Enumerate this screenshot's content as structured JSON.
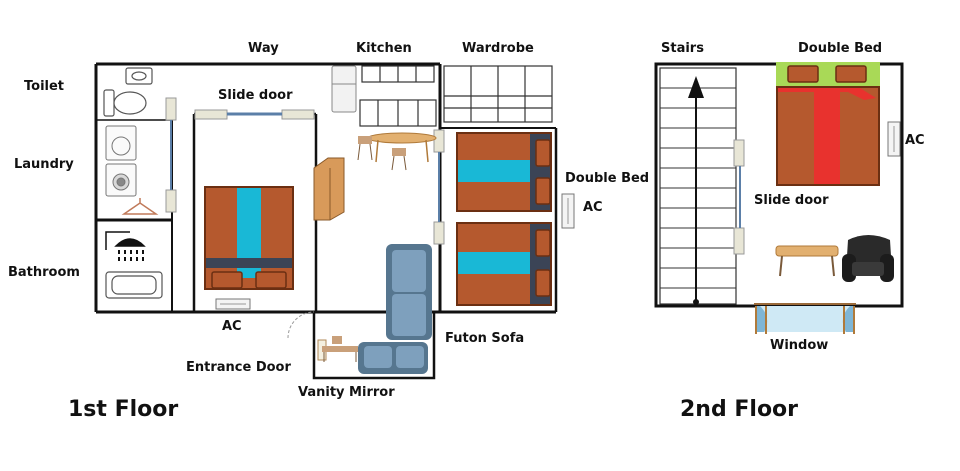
{
  "colors": {
    "wall": "#111111",
    "wood": "#b5592e",
    "wood_dark": "#6b2f12",
    "cyan": "#19b8d6",
    "red": "#e8322e",
    "sofa": "#7ea0bd",
    "sofa_dark": "#56768f",
    "table": "#e2b070",
    "headboard_green": "#a9d957",
    "window": "#cfe9f5",
    "pillow": "#b5592e",
    "slide_panel": "#e8e6d6"
  },
  "floor1": {
    "title": "1st Floor",
    "labels": {
      "toilet": "Toilet",
      "laundry": "Laundry",
      "bathroom": "Bathroom",
      "way": "Way",
      "kitchen": "Kitchen",
      "wardrobe": "Wardrobe",
      "slide_door": "Slide door",
      "double_bed": "Double Bed",
      "ac_right": "AC",
      "ac_bottom": "AC",
      "entrance_door": "Entrance Door",
      "vanity_mirror": "Vanity Mirror",
      "futon_sofa": "Futon Sofa"
    }
  },
  "floor2": {
    "title": "2nd Floor",
    "labels": {
      "stairs": "Stairs",
      "double_bed": "Double Bed",
      "ac": "AC",
      "slide_door": "Slide door",
      "window": "Window"
    }
  }
}
